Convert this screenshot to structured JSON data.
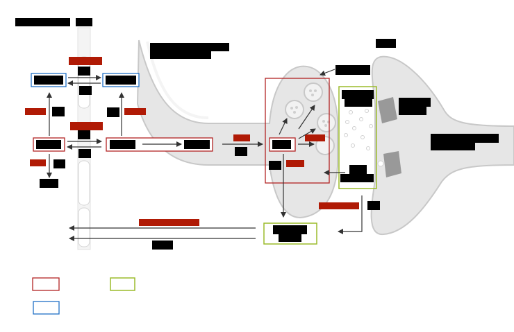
{
  "diagram": {
    "colors": {
      "outline_red": "#b22222",
      "outline_blue": "#1f6fc5",
      "outline_green": "#9bbb2a",
      "redacted_red": "#b01a05",
      "redacted_black": "#000000",
      "cell_fill": "#e6e6e6",
      "cell_stroke": "#c8c8c8",
      "membrane_fill": "#f2f2f2",
      "receptor_gray": "#999999",
      "arrow": "#333333"
    },
    "labels": {
      "top_left_title": "",
      "top_left_small": "",
      "axon_title": "",
      "top_right_small": "",
      "postsynaptic_label": "",
      "receptor_label": "",
      "green_box_top": "",
      "green_box_bottom": "",
      "bottom_green_box": "",
      "bottom_arrow_label": ""
    },
    "legend": [
      {
        "swatch": "red",
        "text": ""
      },
      {
        "swatch": "green",
        "text": ""
      },
      {
        "swatch": "blue",
        "text": ""
      }
    ]
  }
}
